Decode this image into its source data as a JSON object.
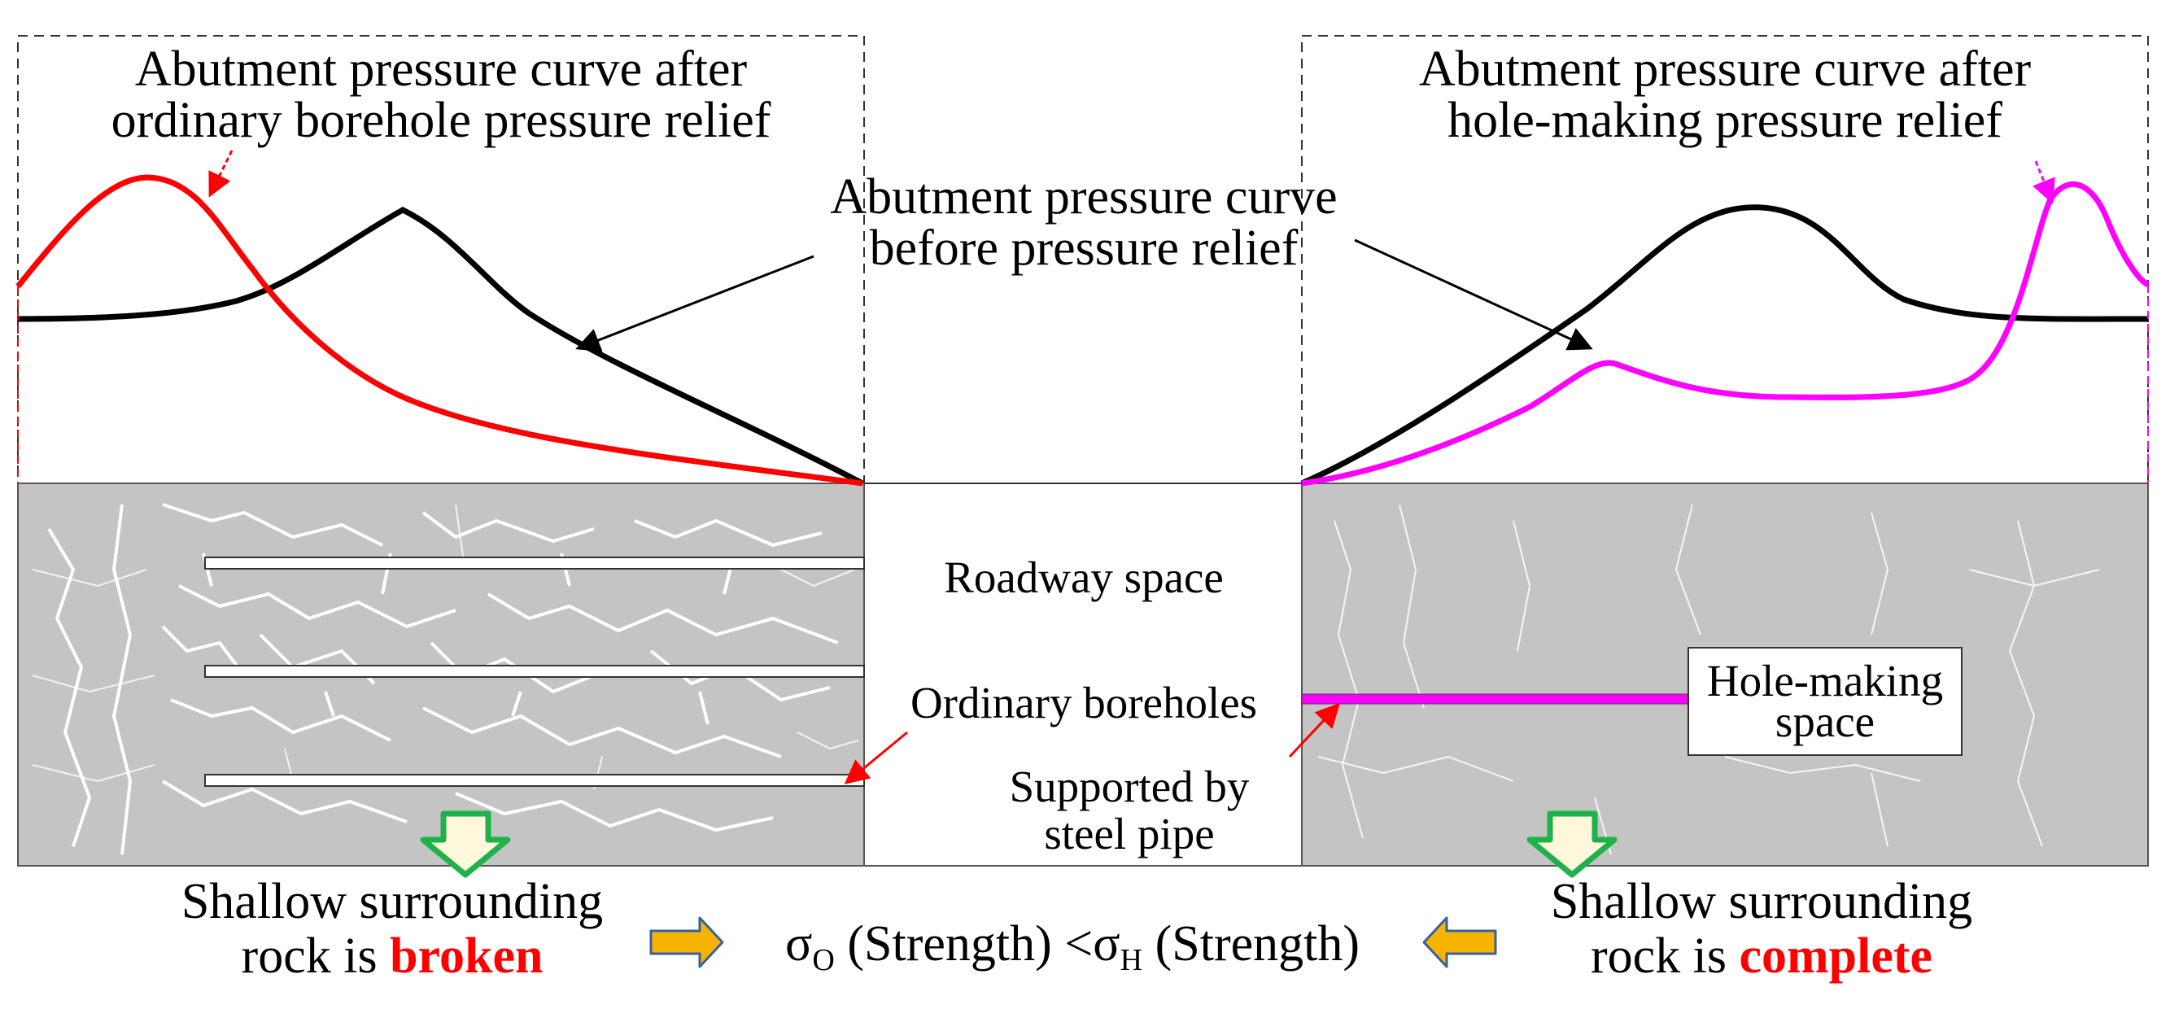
{
  "labels": {
    "left_curve_title_1": "Abutment pressure curve after",
    "left_curve_title_2": "ordinary borehole pressure relief",
    "right_curve_title_1": "Abutment pressure curve after",
    "right_curve_title_2": "hole-making pressure relief",
    "center_curve_1": "Abutment pressure curve",
    "center_curve_2": "before pressure relief",
    "roadway": "Roadway space",
    "ordinary_boreholes": "Ordinary boreholes",
    "supported_1": "Supported by",
    "supported_2": "steel pipe",
    "hole_space_1": "Hole-making",
    "hole_space_2": "space"
  },
  "conclusion": {
    "left_line_1": "Shallow surrounding",
    "left_line_2_prefix": "rock is ",
    "left_line_2_emph": "broken",
    "right_line_1": "Shallow surrounding",
    "right_line_2_prefix": "rock is ",
    "right_line_2_emph": "complete",
    "sigma": "σ",
    "sub_o": "O",
    "sub_h": "H",
    "strength": " (Strength) ",
    "less_than": "<"
  },
  "colors": {
    "before_curve": "#000000",
    "ordinary_curve": "#ff0000",
    "hole_curve": "#ff00ff",
    "rock": "#c4c4c4",
    "arrow_green": "#1fb24a",
    "arrow_fill": "#fff8dc",
    "arrow_orange": "#f6b400"
  }
}
